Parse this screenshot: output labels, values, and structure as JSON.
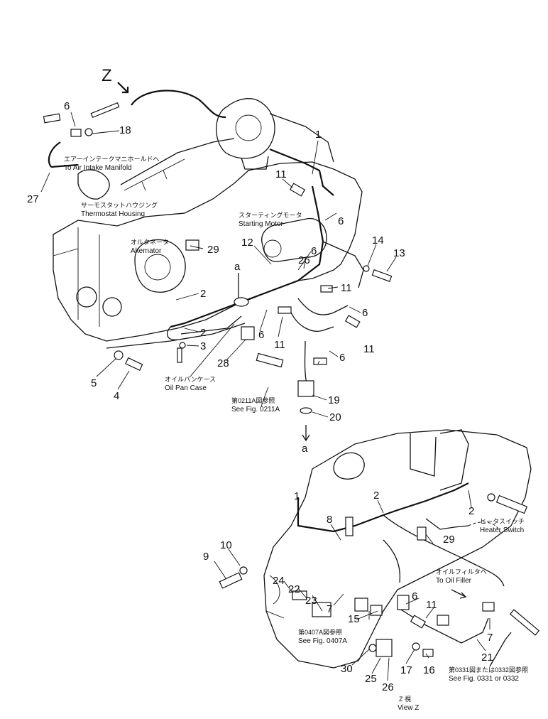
{
  "view_letter_z": "Z",
  "section_marker": "a",
  "section_marker_bottom": "a",
  "labels_top": [
    {
      "ja": "エアーインテークマニホールドへ",
      "en": "To Air Intake Manifold"
    },
    {
      "ja": "サーモスタットハウジング",
      "en": "Thermostat Housing"
    },
    {
      "ja": "スターティングモータ",
      "en": "Starting Motor"
    },
    {
      "ja": "オルタネータ",
      "en": "Alternator"
    },
    {
      "ja": "オイルパンケース",
      "en": "Oil Pan Case"
    },
    {
      "ja": "第0211A図参照",
      "en": "See Fig. 0211A"
    }
  ],
  "labels_bottom": [
    {
      "ja": "ヒータスイッチ",
      "en": "Heater Switch"
    },
    {
      "ja": "オイルフィルタへ",
      "en": "To Oil Filler"
    },
    {
      "ja": "第0407A図参照",
      "en": "See Fig. 0407A"
    },
    {
      "ja": "第0331図または0332図参照",
      "en": "See Fig. 0331 or 0332"
    },
    {
      "ja": "Z 視",
      "en": "View Z"
    }
  ],
  "callouts_top": [
    "6",
    "18",
    "27",
    "1",
    "11",
    "6",
    "14",
    "13",
    "12",
    "26",
    "6",
    "29",
    "11",
    "6",
    "2",
    "6",
    "11",
    "2",
    "6",
    "3",
    "11",
    "5",
    "4",
    "28",
    "19",
    "20"
  ],
  "callouts_bottom": [
    "1",
    "8",
    "2",
    "2",
    "9",
    "10",
    "24",
    "22",
    "29",
    "23",
    "6",
    "11",
    "7",
    "15",
    "7",
    "21",
    "30",
    "17",
    "25",
    "26",
    "16"
  ]
}
